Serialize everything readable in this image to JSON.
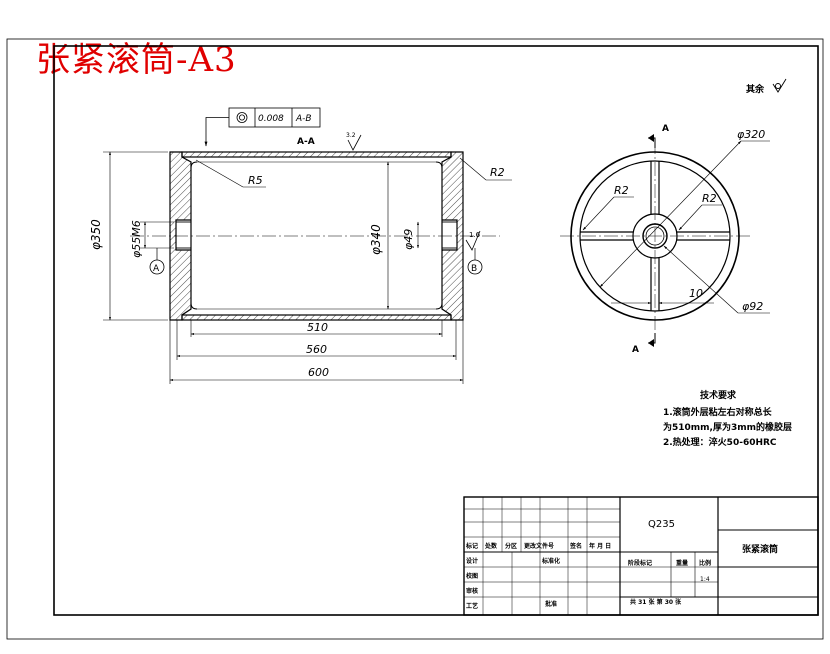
{
  "title": "张紧滚筒-A3",
  "roughness_note": {
    "label": "其余"
  },
  "tolerance_frame": {
    "value": "0.008",
    "datum": "A-B"
  },
  "section": {
    "label": "A-A",
    "roughness": "3.2"
  },
  "dimensions": {
    "outer_dia": "φ350",
    "inner_dia": "φ340",
    "bore": "φ55M6",
    "small_bore": "φ49",
    "radius_r5": "R5",
    "radius_r2": "R2",
    "len_510": "510",
    "len_560": "560",
    "len_600": "600",
    "roughness_16": "1.6",
    "datum_a": "A",
    "datum_b": "B"
  },
  "end_view": {
    "dia_320": "φ320",
    "dia_92": "φ92",
    "r2_left": "R2",
    "r2_right": "R2",
    "rib": "10",
    "section_top": "A",
    "section_bottom": "A"
  },
  "tech_req": {
    "heading": "技术要求",
    "line1": "1.滚筒外层粘左右对称总长",
    "line2": "为510mm,厚为3mm的橡胶层",
    "line3": "2.热处理：淬火50-60HRC"
  },
  "title_block": {
    "material": "Q235",
    "part_name": "张紧滚筒",
    "headers": [
      "标记",
      "处数",
      "分区",
      "更改文件号",
      "签名",
      "年 月 日"
    ],
    "row_design": "设计",
    "row_standard": "标准化",
    "row_check": "校图",
    "row_review": "审核",
    "row_process": "工艺",
    "row_approve": "批准",
    "stage_label": "阶段标记",
    "weight_label": "重量",
    "scale_label": "比例",
    "scale_value": "1:4",
    "sheets": "共 31 张 第 30 张"
  }
}
